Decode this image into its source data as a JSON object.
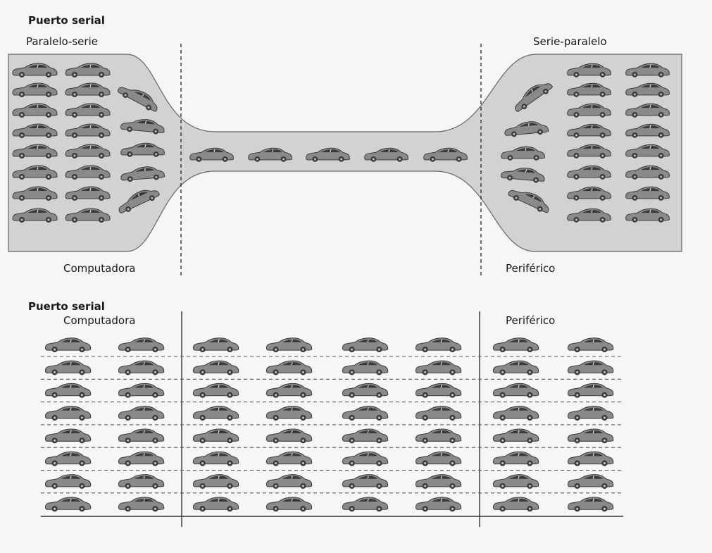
{
  "top_panel": {
    "title": "Puerto serial",
    "left_label": "Paralelo-serie",
    "right_label": "Serie-paralelo",
    "bottom_left_label": "Computadora",
    "bottom_right_label": "Periférico"
  },
  "bottom_panel": {
    "title": "Puerto serial",
    "left_label": "Computadora",
    "right_label": "Periférico",
    "lane_count": 8,
    "cars_per_lane": 8
  },
  "icons": {
    "vehicle": "car-icon"
  },
  "colors": {
    "channel_fill": "#d2d2d2",
    "channel_edge": "#666666",
    "car_body": "#8a8a8a",
    "car_dark": "#3a3a3a",
    "line": "#333333",
    "dash": "#555555"
  }
}
